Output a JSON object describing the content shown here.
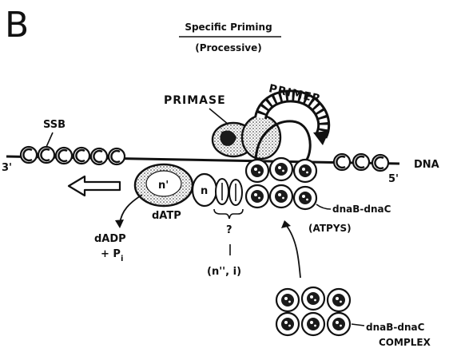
{
  "panel_letter": "B",
  "title": "Specific Priming",
  "subtitle": "(Processive)",
  "labels": {
    "primase": "PRIMASE",
    "primer": "PRIMER",
    "ssb": "SSB",
    "dna": "DNA",
    "three_prime": "3'",
    "five_prime": "5'",
    "n_prime": "n'",
    "n": "n",
    "datp": "dATP",
    "dadp": "dADP",
    "plus_pi": "+ P",
    "pi_sub": "i",
    "question": "?",
    "n_double_prime": "(n'', i)",
    "dnab_dnac": "dnaB-dnaC",
    "atpys": "(ATPYS)",
    "dnab_dnac_complex": "dnaB-dnaC",
    "complex": "COMPLEX"
  }
}
